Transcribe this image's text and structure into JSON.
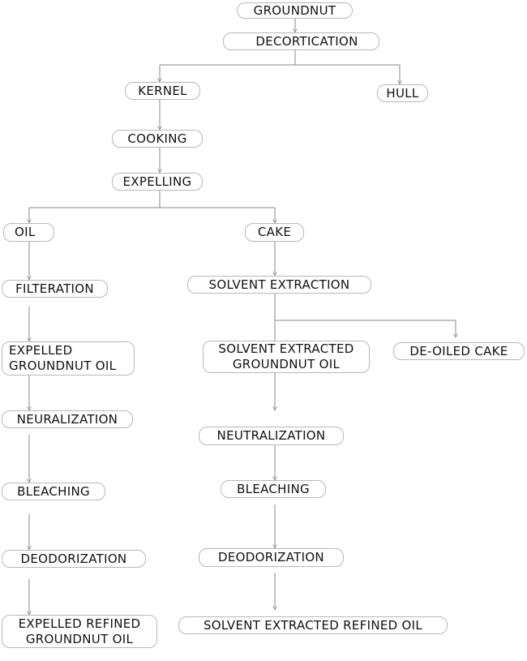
{
  "nodes": {
    "groundnut": "GROUNDNUT",
    "decortication": "DECORTICATION",
    "kernel": "KERNEL",
    "hull": "HULL",
    "cooking": "COOKING",
    "expelling": "EXPELLING",
    "oil": "OIL",
    "cake": "CAKE",
    "filteration": "FILTERATION",
    "solvent_extraction": "SOLVENT EXTRACTION",
    "expelled_groundnut_oil": "EXPELLED\nGROUNDNUT OIL",
    "solvent_extracted_groundnut_oil": "SOLVENT EXTRACTED\nGROUNDNUT OIL",
    "de_oiled_cake": "DE-OILED CAKE",
    "neuralization": "NEURALIZATION",
    "neutralization": "NEUTRALIZATION",
    "bleaching_left": "BLEACHING",
    "bleaching_right": "BLEACHING",
    "deodorization_left": "DEODORIZATION",
    "deodorization_right": "DEODORIZATION",
    "expelled_refined_groundnut_oil": "EXPELLED REFINED\nGROUNDNUT OIL",
    "solvent_extracted_refined_oil": "SOLVENT EXTRACTED REFINED OIL"
  },
  "colors": {
    "line": "#8a8a8a",
    "box_border": "#b8b8b8",
    "text": "#111111"
  }
}
